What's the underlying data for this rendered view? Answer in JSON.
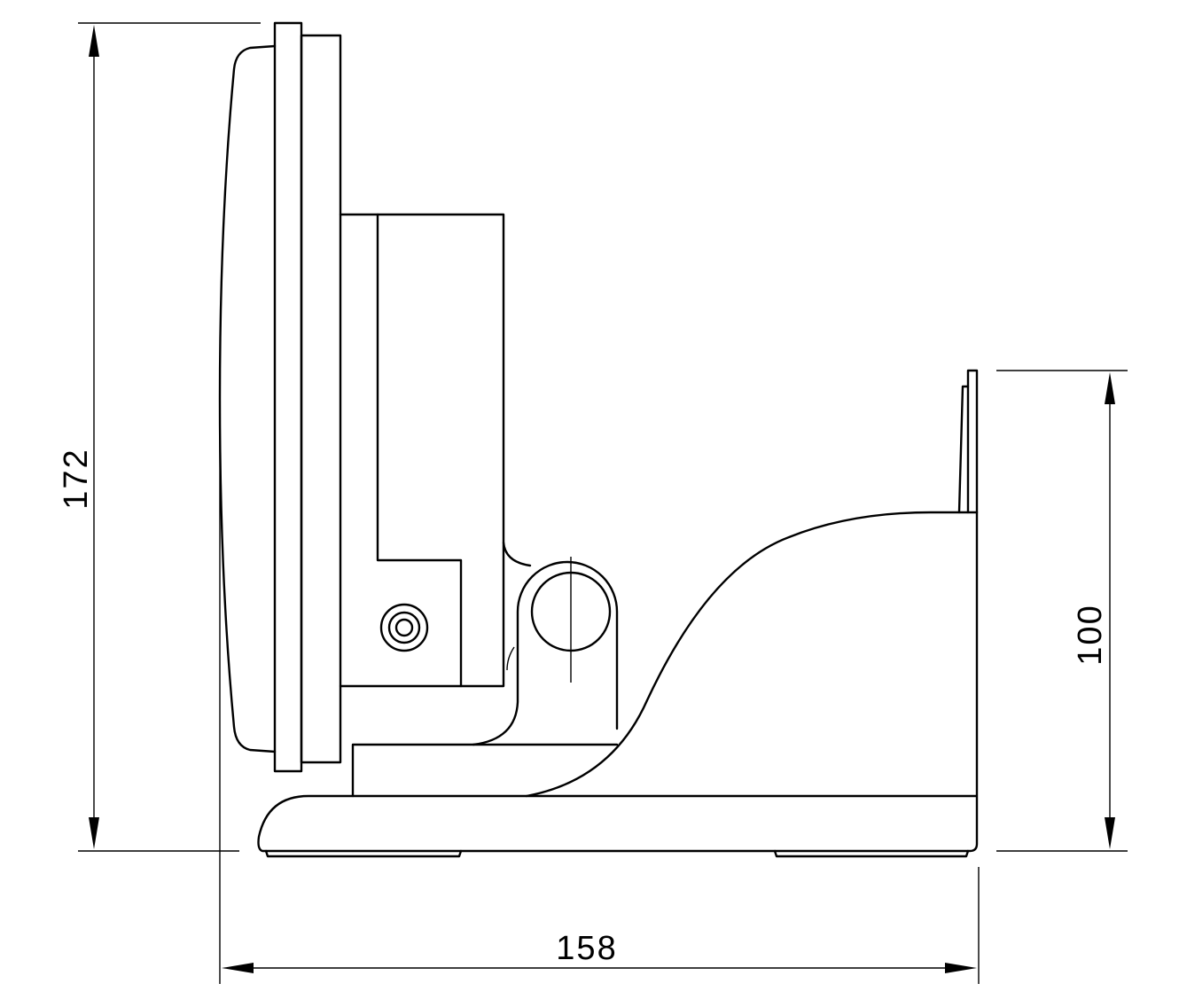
{
  "dimensions": {
    "height_total": "172",
    "height_base": "100",
    "width_total": "158"
  },
  "colors": {
    "line": "#000000",
    "background": "#ffffff"
  }
}
